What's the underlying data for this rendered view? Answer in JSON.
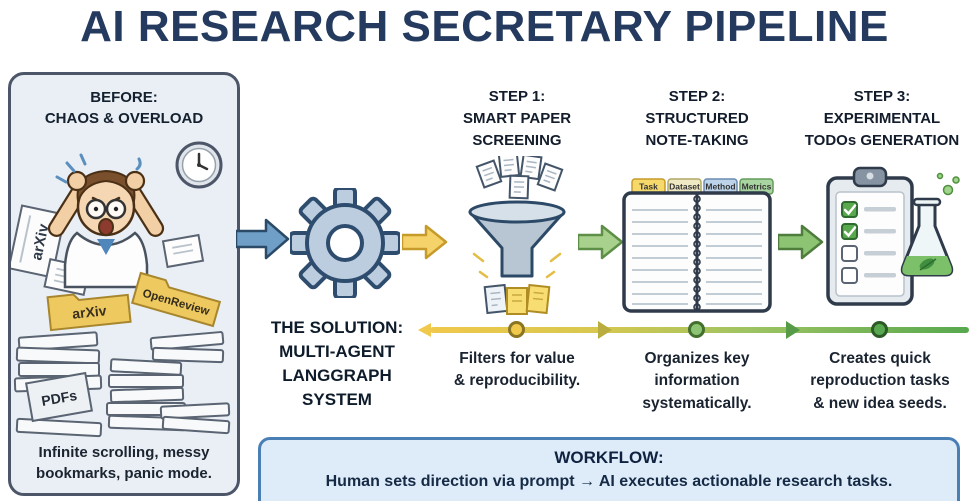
{
  "title": "AI RESEARCH SECRETARY PIPELINE",
  "before_panel": {
    "heading": "BEFORE:\nCHAOS & OVERLOAD",
    "paper_labels": {
      "arxiv_top": "arXiv",
      "arxiv_folder": "arXiv",
      "openreview": "OpenReview",
      "pdfs": "PDFs"
    },
    "caption": "Infinite scrolling, messy\nbookmarks, panic mode."
  },
  "solution": {
    "label": "THE SOLUTION:\nMULTI-AGENT\nLANGGRAPH\nSYSTEM"
  },
  "steps": [
    {
      "header": "STEP 1:\nSMART PAPER\nSCREENING",
      "caption": "Filters for value\n& reproducibility."
    },
    {
      "header": "STEP 2:\nSTRUCTURED\nNOTE-TAKING",
      "caption": "Organizes key\ninformation\nsystematically."
    },
    {
      "header": "STEP 3:\nEXPERIMENTAL\nTODOs GENERATION",
      "caption": "Creates quick\nreproduction tasks\n& new idea seeds."
    }
  ],
  "notebook_tabs": [
    "Task",
    "Dataset",
    "Method",
    "Metrics"
  ],
  "workflow": {
    "title": "WORKFLOW:",
    "text": "Human sets direction via prompt → AI executes actionable research tasks."
  },
  "icons": {
    "clock-icon": "⏰",
    "gear-icon": "⚙",
    "funnel-icon": "▼",
    "notebook-icon": "📓",
    "clipboard-icon": "📋",
    "flask-icon": "⚗"
  },
  "colors": {
    "title_navy": "#243a5e",
    "panel_bg": "#e9eff5",
    "panel_border": "#4d5668",
    "arrow_blue": "#6f9ec6",
    "accent_yellow": "#f0c84b",
    "accent_green": "#57a84e",
    "workflow_bg": "#deebf8",
    "workflow_border": "#4a7fb5"
  }
}
